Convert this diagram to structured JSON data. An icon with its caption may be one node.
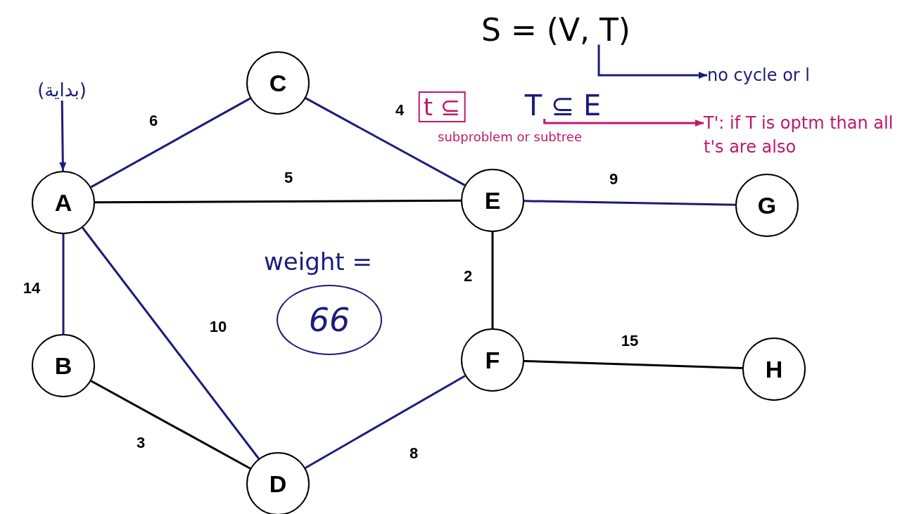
{
  "diagram": {
    "nodes": [
      {
        "text": [
          "A"
        ]
      },
      {
        "text": [
          "B"
        ]
      },
      {
        "text": [
          "C"
        ]
      },
      {
        "text": [
          "D"
        ]
      },
      {
        "text": [
          "E"
        ]
      },
      {
        "text": [
          "F"
        ]
      },
      {
        "text": [
          "G"
        ]
      },
      {
        "text": [
          "H"
        ]
      },
      {
        "text": [
          "(بداية)"
        ]
      },
      {
        "text": [
          "S = (V, T)"
        ]
      },
      {
        "text": [
          "no cycle or l"
        ]
      },
      {
        "text": [
          "t ⊆"
        ],
        "beside": [
          "subproblem or subtree"
        ]
      },
      {
        "text": [
          "T ⊆ E"
        ]
      },
      {
        "text": [
          "T': if T is optm than all t's are also"
        ]
      },
      {
        "text": [
          "66"
        ],
        "beside": [
          "weight ="
        ]
      }
    ],
    "edges": [
      {
        "from": 0,
        "to": 2,
        "arrow": "none",
        "label": "6"
      },
      {
        "from": 2,
        "to": 4,
        "arrow": "none",
        "label": "4"
      },
      {
        "from": 0,
        "to": 4,
        "arrow": "none",
        "label": "5",
        "color": "#000000"
      },
      {
        "from": 4,
        "to": 6,
        "arrow": "none",
        "label": "9"
      },
      {
        "from": 0,
        "to": 1,
        "arrow": "none",
        "label": "14"
      },
      {
        "from": 0,
        "to": 3,
        "arrow": "none",
        "label": "10"
      },
      {
        "from": 4,
        "to": 5,
        "arrow": "none",
        "label": "2",
        "color": "#000000"
      },
      {
        "from": 1,
        "to": 3,
        "arrow": "none",
        "label": "3",
        "color": "#000000"
      },
      {
        "from": 5,
        "to": 7,
        "arrow": "none",
        "label": "15",
        "color": "#000000"
      },
      {
        "from": 3,
        "to": 5,
        "arrow": "none",
        "label": "8"
      },
      {
        "from": 8,
        "to": 0,
        "arrow": "to"
      },
      {
        "from": 9,
        "to": 10,
        "arrow": "to"
      },
      {
        "from": 12,
        "to": 13,
        "arrow": "to",
        "color": "#c0186a"
      }
    ]
  }
}
